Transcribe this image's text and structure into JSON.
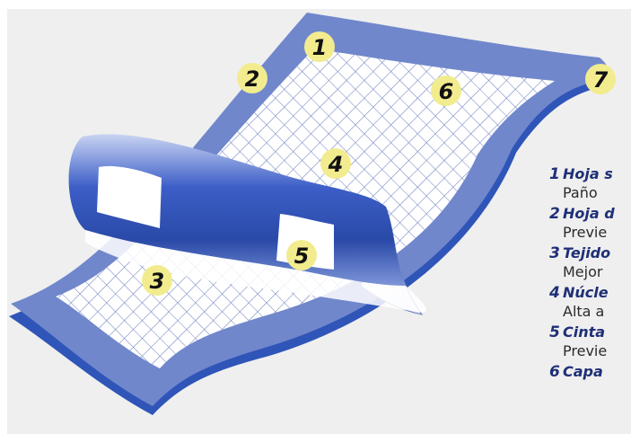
{
  "diagram": {
    "colors": {
      "background": "#efefef",
      "pad_edge": "#7187cc",
      "pad_edge_dark": "#2f55b8",
      "mesh_line": "#6d7fbf",
      "mesh_bg": "#ffffff",
      "marker_fill": "#f2ec8f",
      "marker_text": "#111111",
      "legend_title": "#1f2f77"
    },
    "markers": [
      {
        "n": "1"
      },
      {
        "n": "2"
      },
      {
        "n": "3"
      },
      {
        "n": "4"
      },
      {
        "n": "5"
      },
      {
        "n": "6"
      },
      {
        "n": "7"
      }
    ],
    "legend": [
      {
        "n": "1",
        "title": "Hoja s",
        "desc": "Paño"
      },
      {
        "n": "2",
        "title": "Hoja d",
        "desc": "Previe"
      },
      {
        "n": "3",
        "title": "Tejido",
        "desc": "Mejor"
      },
      {
        "n": "4",
        "title": "Núcle",
        "desc": "Alta a"
      },
      {
        "n": "5",
        "title": "Cinta",
        "desc": "Previe"
      },
      {
        "n": "6",
        "title": "Capa",
        "desc": ""
      }
    ]
  }
}
